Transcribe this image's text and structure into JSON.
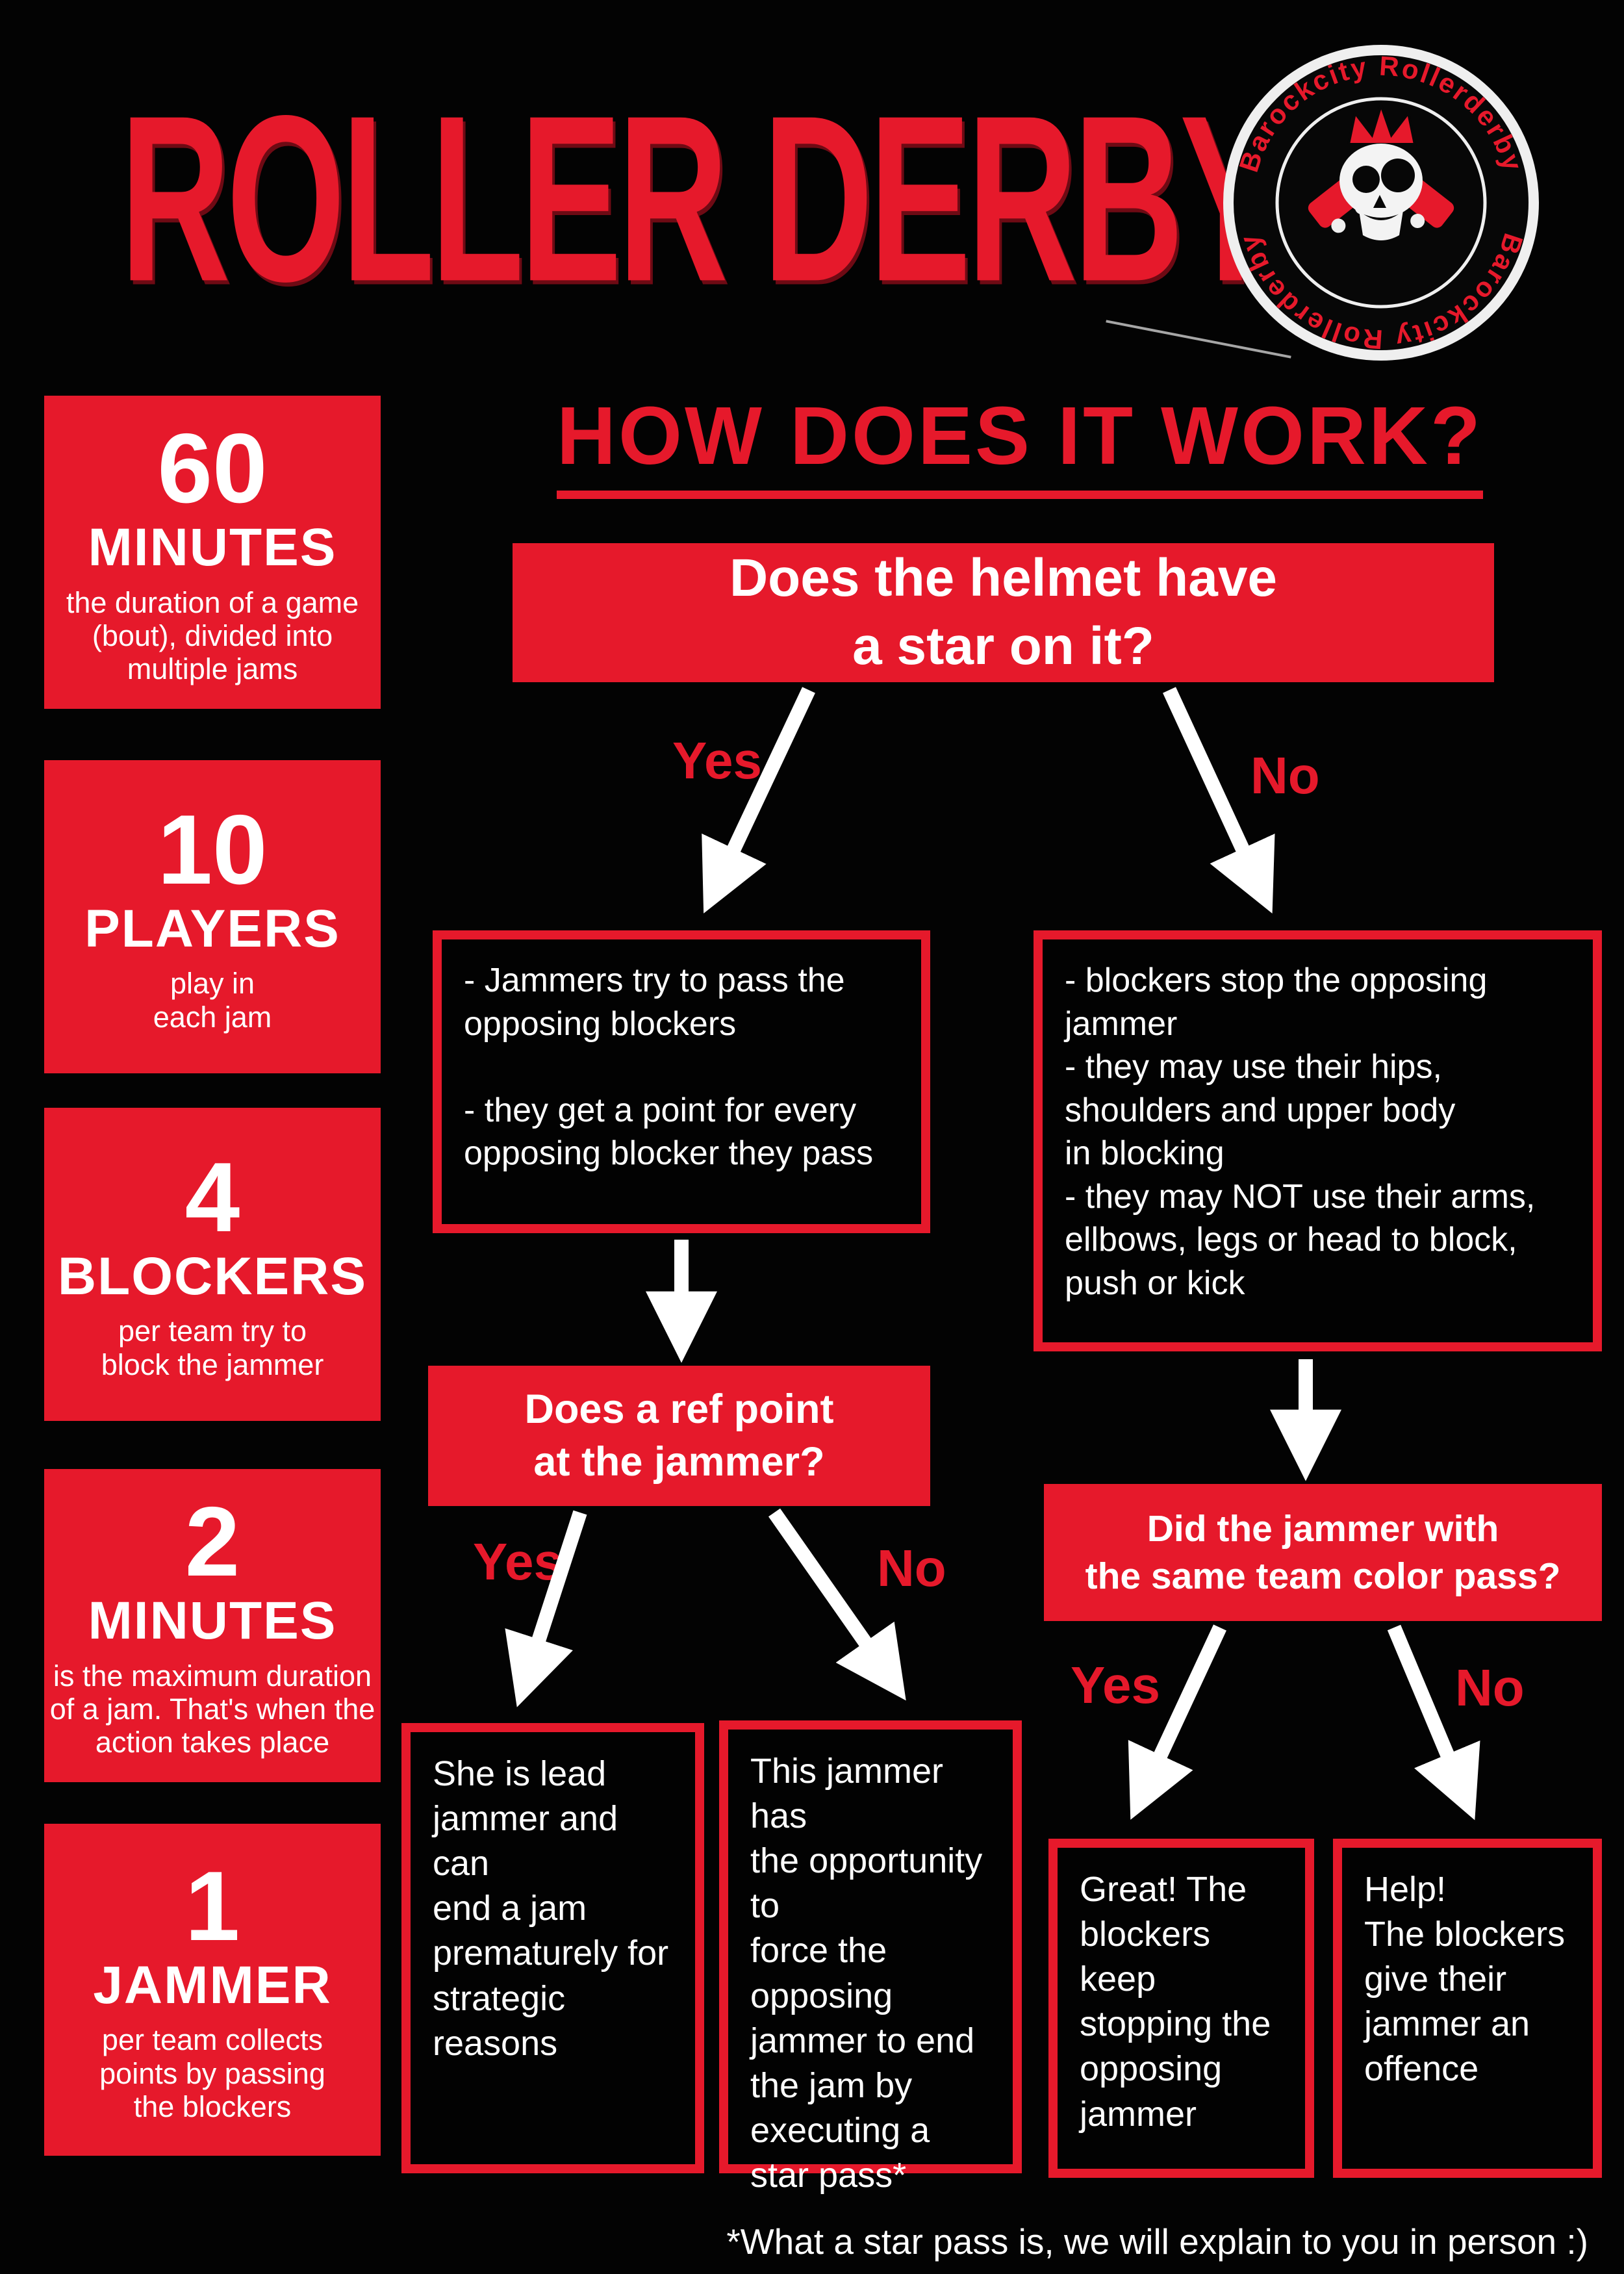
{
  "colors": {
    "accent_red": "#e6192b",
    "background": "#030303",
    "text_white": "#ffffff"
  },
  "header": {
    "title": "ROLLER DERBY",
    "logo_text": "Barockcity Rollerderby"
  },
  "stats": [
    {
      "number": "60",
      "label": "MINUTES",
      "description": "the duration of a game\n(bout), divided into\nmultiple jams"
    },
    {
      "number": "10",
      "label": "PLAYERS",
      "description": "play in\neach jam"
    },
    {
      "number": "4",
      "label": "BLOCKERS",
      "description": "per team try to\nblock the jammer"
    },
    {
      "number": "2",
      "label": "MINUTES",
      "description": "is the maximum duration\nof a jam. That's when the\naction takes place"
    },
    {
      "number": "1",
      "label": "JAMMER",
      "description": "per team collects\npoints by passing\nthe blockers"
    }
  ],
  "flow": {
    "heading": "HOW DOES IT WORK?",
    "q1": "Does the helmet have\na star on it?",
    "q1_yes": "Yes",
    "q1_no": "No",
    "jammer_box": "- Jammers try to pass the\nopposing blockers\n\n- they get a point for every\nopposing blocker they pass",
    "blocker_box": "- blockers stop the opposing\njammer\n- they may use their hips,\nshoulders and upper body\nin blocking\n- they may NOT use their arms,\nellbows, legs or head to block,\npush or kick",
    "q2": "Does a ref point\nat the jammer?",
    "q2_yes": "Yes",
    "q2_no": "No",
    "lead_box": "She is lead\njammer and can\nend a jam\nprematurely for\nstrategic reasons",
    "starpass_box": "This jammer has\nthe opportunity to\nforce the opposing\njammer to end\nthe jam by\nexecuting a\nstar pass*",
    "q3": "Did the jammer with\nthe same team color pass?",
    "q3_yes": "Yes",
    "q3_no": "No",
    "great_box": "Great! The\nblockers keep\nstopping the\nopposing\njammer",
    "help_box": "Help!\nThe blockers\ngive their\njammer an\noffence"
  },
  "footnote": "*What a star pass is, we will explain to you in person :)"
}
